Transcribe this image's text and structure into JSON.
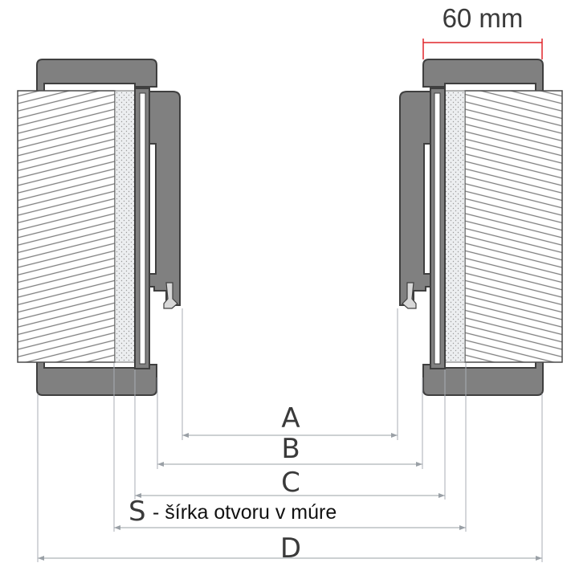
{
  "frame_width": {
    "label": "60 mm",
    "color": "#e0262b"
  },
  "dimensions": [
    {
      "label": "A"
    },
    {
      "label": "B"
    },
    {
      "label": "C"
    },
    {
      "label": "S",
      "description": "- šírka otvoru v múre"
    },
    {
      "label": "D"
    }
  ],
  "colors": {
    "frame_fill": "#808080",
    "frame_outline": "#3f3f3f",
    "wall_hatch": "#7f7f7f",
    "insulation": "#e8eaec",
    "dimension_line": "#9aa0a6"
  }
}
